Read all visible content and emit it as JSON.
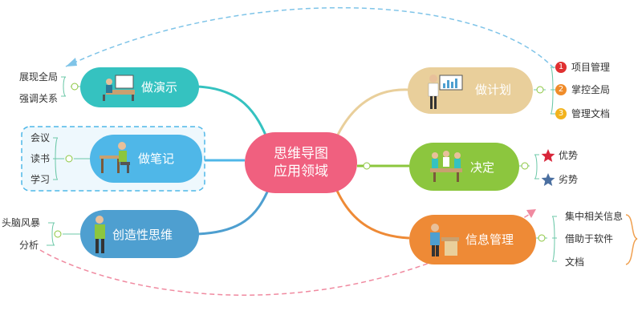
{
  "center": {
    "line1": "思维导图",
    "line2": "应用领域",
    "color": "#f0607f"
  },
  "left": [
    {
      "label": "做演示",
      "color": "#35c2c0",
      "icon": "presenter-at-desk-icon",
      "children": [
        "展现全局",
        "强调关系"
      ]
    },
    {
      "label": "做笔记",
      "color": "#4fb7e8",
      "icon": "person-writing-at-desk-icon",
      "children": [
        "会议",
        "读书",
        "学习"
      ]
    },
    {
      "label": "创造性思维",
      "color": "#4e9fd0",
      "icon": "person-thinking-icon",
      "children": [
        "头脑风暴",
        "分析"
      ]
    }
  ],
  "right": [
    {
      "label": "做计划",
      "color": "#e9cf9b",
      "icon": "presenter-with-chart-icon",
      "children": [
        "项目管理",
        "掌控全局",
        "管理文档"
      ],
      "badges": [
        "1",
        "2",
        "3"
      ],
      "badge_colors": [
        "#e03030",
        "#f08c2a",
        "#f2b31d"
      ]
    },
    {
      "label": "决定",
      "color": "#8cc63e",
      "icon": "meeting-table-icon",
      "children": [
        "优势",
        "劣势"
      ],
      "star_colors": [
        "#d8263a",
        "#4a6fa0"
      ]
    },
    {
      "label": "信息管理",
      "color": "#ee8a36",
      "icon": "person-at-table-icon",
      "children": [
        "集中相关信息",
        "借助于软件",
        "文档"
      ]
    }
  ],
  "colors": {
    "line_left_top": "#35c2c0",
    "line_left_mid": "#4fb7e8",
    "line_left_bot": "#4e9fd0",
    "line_right_top": "#e9cf9b",
    "line_right_mid": "#8cc63e",
    "line_right_bot": "#ee8a36",
    "dash_blue": "#7fc4e8",
    "dash_pink": "#f08aa0",
    "bracket": "#f0a050"
  }
}
